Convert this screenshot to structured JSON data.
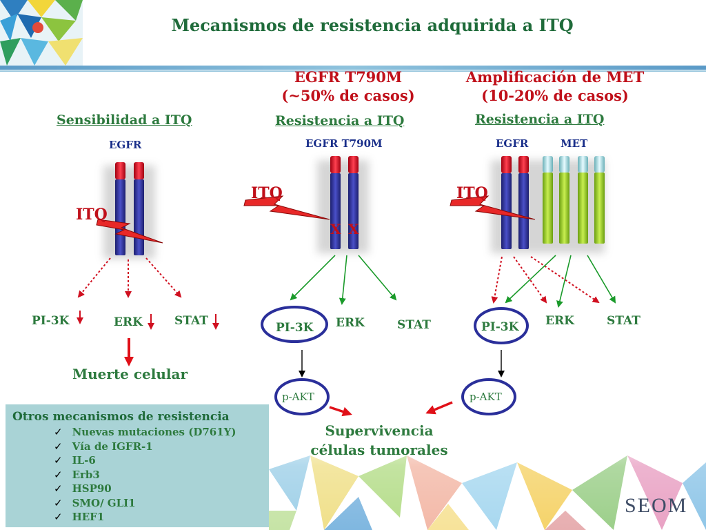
{
  "title": "Mecanismos de resistencia adquirida a ITQ",
  "panels": {
    "sensitivity": {
      "heading": "Sensibilidad a ITQ",
      "receptor": "EGFR",
      "drug": "ITQ",
      "pathways": [
        "PI-3K",
        "ERK",
        "STAT"
      ],
      "outcome": "Muerte celular"
    },
    "t790m": {
      "header_line1": "EGFR T790M",
      "header_line2": "(~50% de casos)",
      "heading": "Resistencia a ITQ",
      "receptor": "EGFR T790M",
      "drug": "ITQ",
      "mutation_marks": [
        "X",
        "X"
      ],
      "pathways": [
        "PI-3K",
        "ERK",
        "STAT"
      ],
      "downstream": "p-AKT"
    },
    "met": {
      "header_line1": "Amplificación de MET",
      "header_line2": "(10-20% de casos)",
      "heading": "Resistencia a ITQ",
      "receptor_egfr": "EGFR",
      "receptor_met": "MET",
      "drug": "ITQ",
      "pathways": [
        "PI-3K",
        "ERK",
        "STAT"
      ],
      "downstream": "p-AKT"
    }
  },
  "survival": {
    "line1": "Supervivencia",
    "line2": "células tumorales"
  },
  "other_mechanisms": {
    "title": "Otros mecanismos de resistencia",
    "items": [
      "Nuevas mutaciones (D761Y)",
      "Vía de IGFR-1",
      "IL-6",
      "Erb3",
      "HSP90",
      "SMO/ GLI1",
      "HEF1"
    ]
  },
  "logo": "SEOM",
  "colors": {
    "title_green": "#1f6b3a",
    "red": "#c0101a",
    "receptor_blue": "#2a2f9a",
    "met_green": "#9acd2a",
    "box_teal": "#a9d3d6"
  }
}
